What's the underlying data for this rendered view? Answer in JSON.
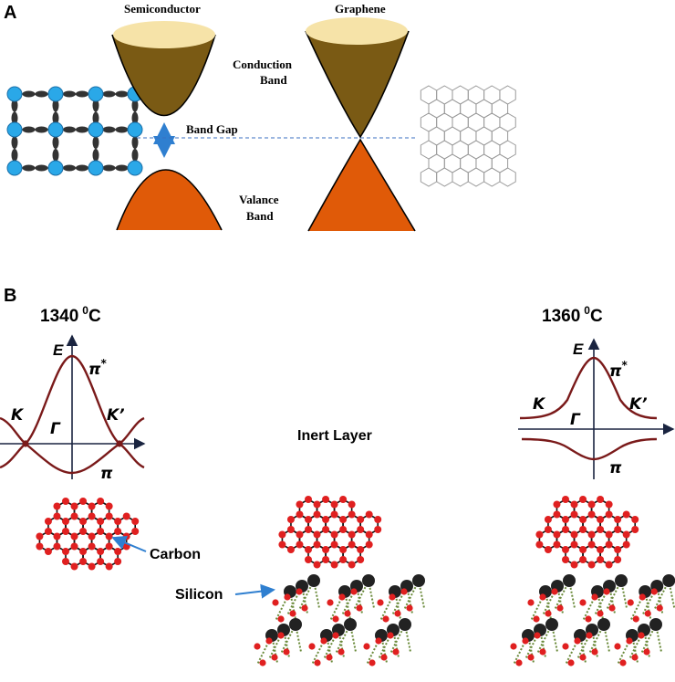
{
  "panelA": {
    "label": "A",
    "semiconductor": "Semiconductor",
    "graphene": "Graphene",
    "conduction_line1": "Conduction",
    "conduction_line2": "Band",
    "band_gap": "Band Gap",
    "valance_line1": "Valance",
    "valance_line2": "Band"
  },
  "panelB": {
    "label": "B",
    "temp_left_value": "1340",
    "temp_left_sup": "0",
    "temp_left_unit": "C",
    "temp_right_value": "1360",
    "temp_right_sup": "0",
    "temp_right_unit": "C",
    "energy_axis": "E",
    "pi_star": "π",
    "pi_star_sup": "*",
    "pi": "π",
    "gamma": "Γ",
    "k": "K",
    "k_prime": "K’",
    "inert_layer": "Inert Layer",
    "carbon": "Carbon",
    "silicon": "Silicon"
  },
  "colors": {
    "conduction_band": "#7a5a14",
    "conduction_top": "#f6e3a8",
    "valence_band": "#e05a08",
    "arrow": "#2f7fd0",
    "dispersion": "#7a1a1a",
    "carbon_atom": "#e02020",
    "silicon_atom": "#222222",
    "lattice_atom": "#2aa8e8"
  }
}
